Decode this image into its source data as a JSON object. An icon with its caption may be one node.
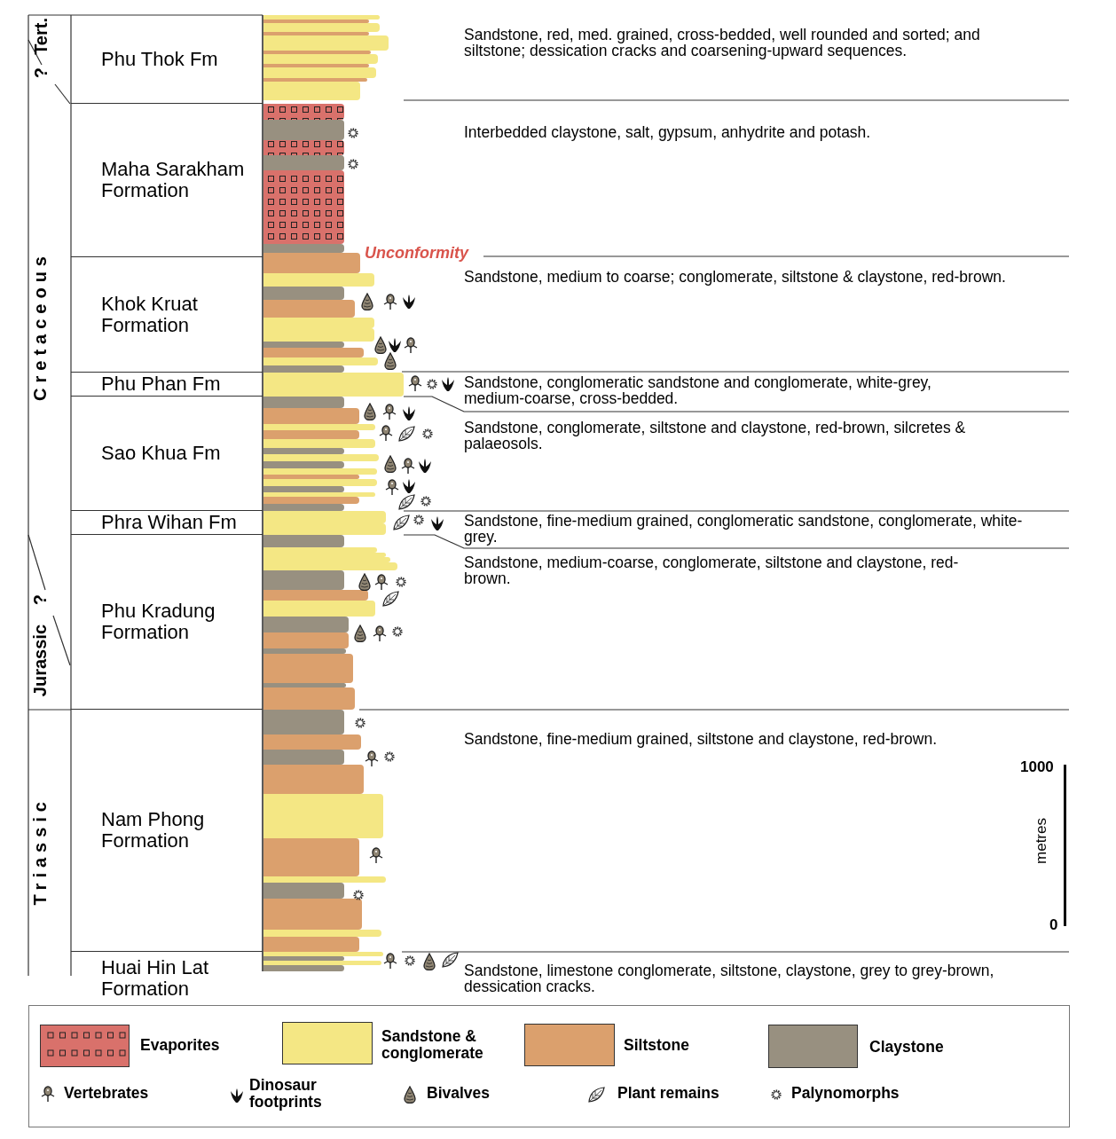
{
  "diagram": {
    "nodes": [
      {
        "text": [
          "Tert."
        ]
      },
      {
        "text": [
          "Cretaceous"
        ]
      },
      {
        "text": [
          "Jurassic"
        ]
      },
      {
        "text": [
          "Triassic"
        ]
      },
      {
        "text": [
          "Phu Thok Fm"
        ]
      },
      {
        "text": [
          "Maha Sarakham Formation"
        ]
      },
      {
        "text": [
          "Khok Kruat Formation"
        ]
      },
      {
        "text": [
          "Phu Phan Fm"
        ]
      },
      {
        "text": [
          "Sao Khua Fm"
        ]
      },
      {
        "text": [
          "Phra Wihan Fm"
        ]
      },
      {
        "text": [
          "Phu Kradung Formation"
        ]
      },
      {
        "text": [
          "Nam Phong Formation"
        ]
      },
      {
        "text": [
          "Huai Hin Lat Formation"
        ]
      }
    ],
    "labels": [
      "?",
      "Sandstone, red, med. grained, cross-bedded, well rounded and sorted; and siltstone; dessication cracks and coarsening-upward sequences.",
      "Interbedded claystone, salt, gypsum, anhydrite and potash.",
      "Unconformity",
      "Sandstone, medium to coarse; conglomerate, siltstone & claystone, red-brown.",
      "Sandstone, conglomeratic sandstone and conglomerate, white-grey, medium-coarse, cross-bedded.",
      "Sandstone, conglomerate, siltstone and claystone, red-brown, silcretes & palaeosols.",
      "Sandstone, fine-medium grained, conglomeratic sandstone, conglomerate, white-grey.",
      "Sandstone, medium-coarse, conglomerate, siltstone and claystone, red-brown.",
      "?",
      "Sandstone, fine-medium grained, siltstone and claystone, red-brown.",
      "1000",
      "metres",
      "0",
      "Sandstone, limestone conglomerate, siltstone, claystone, grey to grey-brown, dessication cracks."
    ],
    "legend": [
      {
        "text": "Evaporites",
        "color": "#d9716b"
      },
      {
        "text": "Sandstone & conglomerate",
        "color": "#f4e784"
      },
      {
        "text": "Siltstone",
        "color": "#dba06d"
      },
      {
        "text": "Claystone",
        "color": "#989080"
      },
      {
        "text": "Vertebrates"
      },
      {
        "text": "Dinosaur footprints"
      },
      {
        "text": "Bivalves"
      },
      {
        "text": "Plant remains"
      },
      {
        "text": "Palynomorphs"
      }
    ]
  }
}
